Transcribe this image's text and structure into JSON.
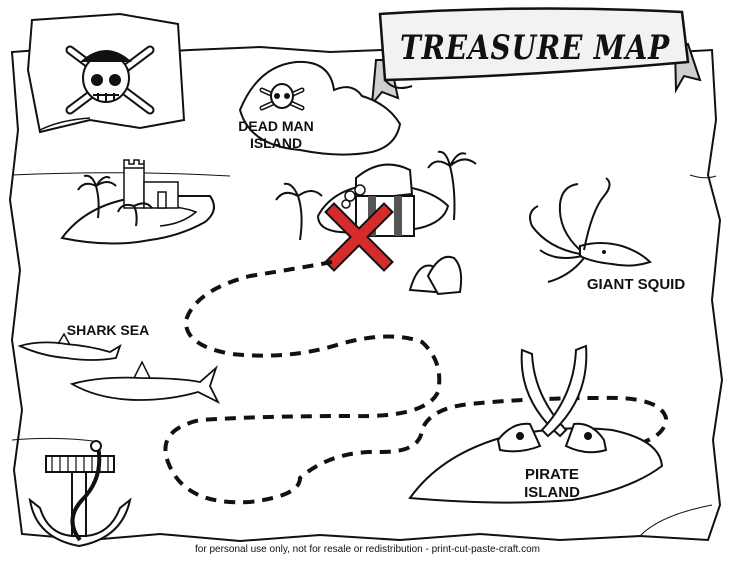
{
  "title": "TREASURE MAP",
  "labels": {
    "dead_man_island_line1": "DEAD MAN",
    "dead_man_island_line2": "ISLAND",
    "giant_squid": "GIANT SQUID",
    "shark_sea": "SHARK SEA",
    "pirate_island_line1": "PIRATE",
    "pirate_island_line2": "ISLAND"
  },
  "footer": "for personal use only, not for resale or redistribution - print-cut-paste-craft.com",
  "colors": {
    "line": "#111111",
    "x_mark": "#d62b2b",
    "banner_fill": "#f2f2f2",
    "paper": "#ffffff"
  },
  "icons": [
    "jolly-roger-flag-icon",
    "skull-crossbones-icon",
    "castle-icon",
    "palm-tree-icon",
    "treasure-chest-icon",
    "x-mark-icon",
    "giant-squid-icon",
    "shark-icon",
    "crossed-swords-icon",
    "anchor-icon"
  ]
}
